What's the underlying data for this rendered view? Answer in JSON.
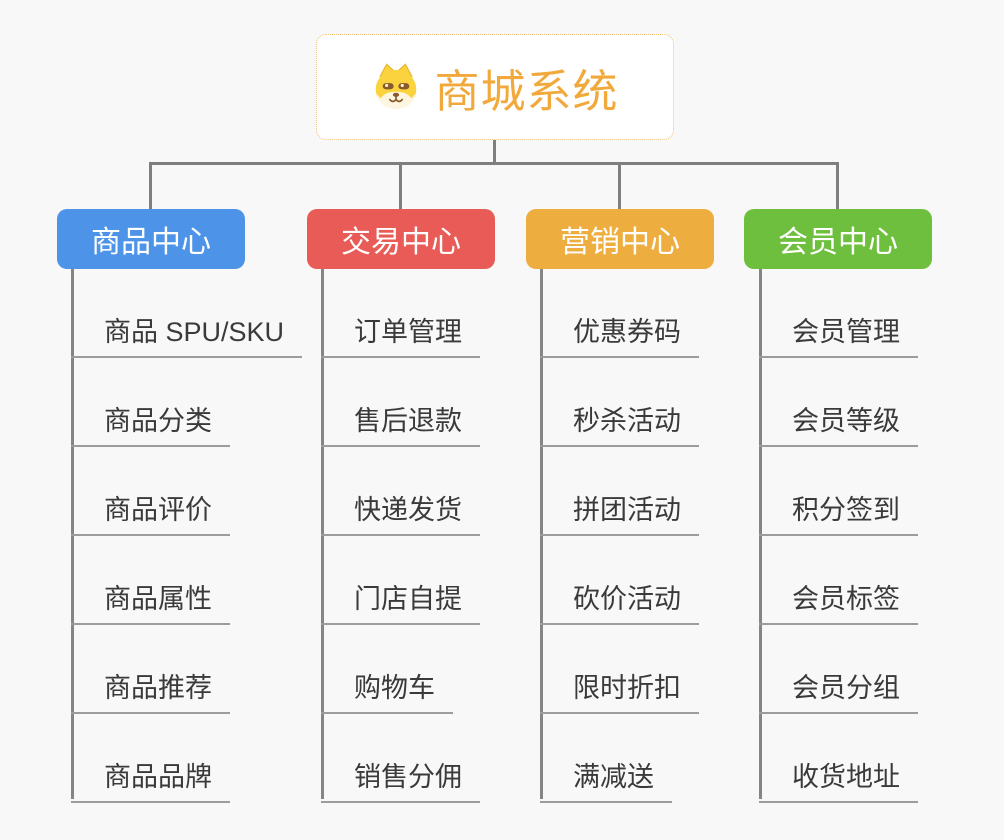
{
  "root": {
    "title": "商城系统",
    "icon": "shiba-dog-icon",
    "title_color": "#f2a93c",
    "border_color": "#f0c070"
  },
  "connector_color": "#7f7f7f",
  "background_color": "#f8f8f8",
  "branches": [
    {
      "label": "商品中心",
      "color": "#4d94e8",
      "children": [
        "商品 SPU/SKU",
        "商品分类",
        "商品评价",
        "商品属性",
        "商品推荐",
        "商品品牌"
      ]
    },
    {
      "label": "交易中心",
      "color": "#e85b57",
      "children": [
        "订单管理",
        "售后退款",
        "快递发货",
        "门店自提",
        "购物车",
        "销售分佣"
      ]
    },
    {
      "label": "营销中心",
      "color": "#edae3f",
      "children": [
        "优惠券码",
        "秒杀活动",
        "拼团活动",
        "砍价活动",
        "限时折扣",
        "满减送"
      ]
    },
    {
      "label": "会员中心",
      "color": "#6ebf3d",
      "children": [
        "会员管理",
        "会员等级",
        "积分签到",
        "会员标签",
        "会员分组",
        "收货地址"
      ]
    }
  ]
}
